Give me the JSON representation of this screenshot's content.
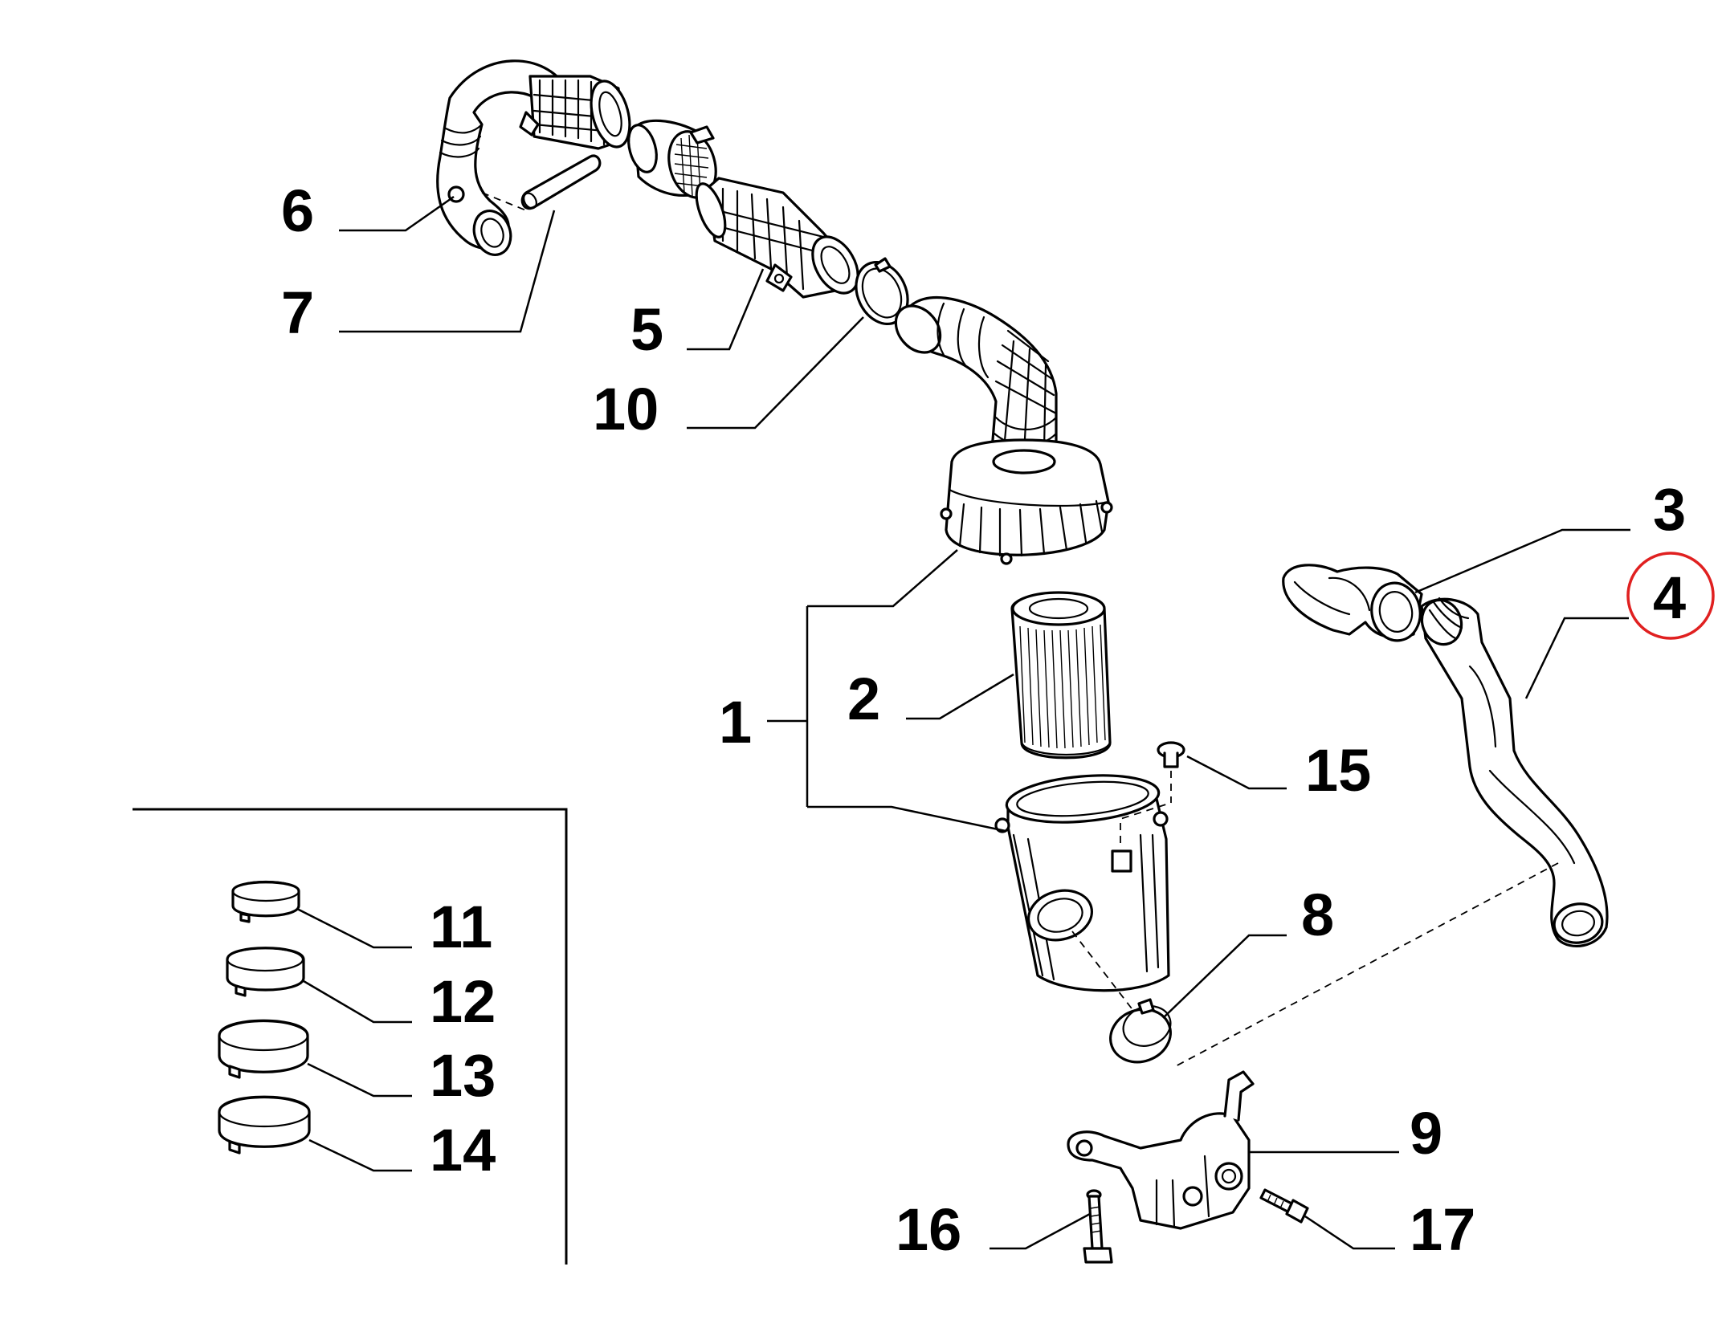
{
  "callouts": [
    {
      "id": "1",
      "label": "1"
    },
    {
      "id": "2",
      "label": "2"
    },
    {
      "id": "3",
      "label": "3"
    },
    {
      "id": "4",
      "label": "4"
    },
    {
      "id": "5",
      "label": "5"
    },
    {
      "id": "6",
      "label": "6"
    },
    {
      "id": "7",
      "label": "7"
    },
    {
      "id": "8",
      "label": "8"
    },
    {
      "id": "9",
      "label": "9"
    },
    {
      "id": "10",
      "label": "10"
    },
    {
      "id": "11",
      "label": "11"
    },
    {
      "id": "12",
      "label": "12"
    },
    {
      "id": "13",
      "label": "13"
    },
    {
      "id": "14",
      "label": "14"
    },
    {
      "id": "15",
      "label": "15"
    },
    {
      "id": "16",
      "label": "16"
    },
    {
      "id": "17",
      "label": "17"
    }
  ],
  "highlight": {
    "callout": "4",
    "color": "#e02020"
  },
  "line_color": "#000000",
  "background": "#ffffff"
}
